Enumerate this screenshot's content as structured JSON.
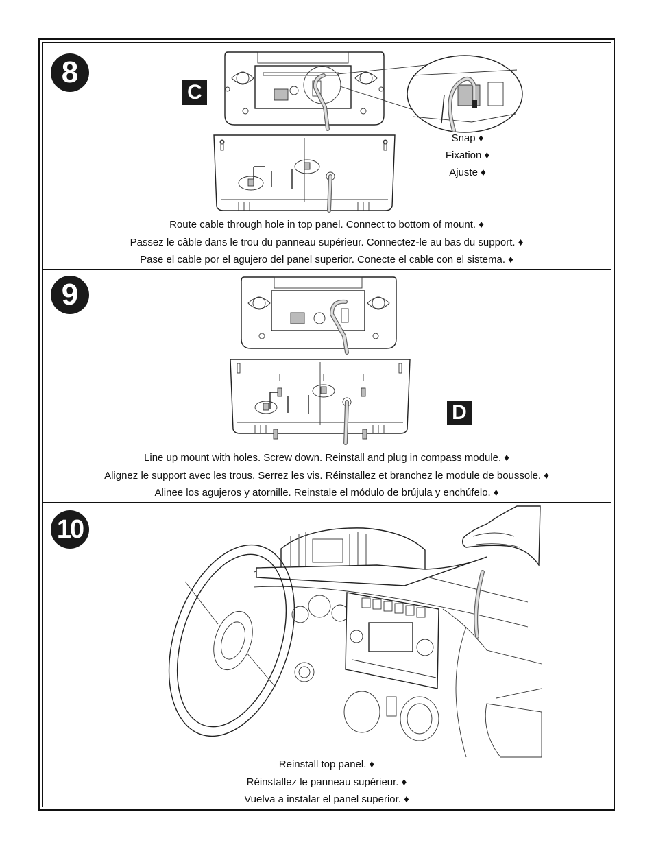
{
  "steps": [
    {
      "number": "8",
      "badge": "C",
      "callout": [
        "Snap ♦",
        "Fixation ♦",
        "Ajuste ♦"
      ],
      "caption": [
        "Route cable through hole in top panel. Connect to bottom of mount. ♦",
        "Passez le câble dans le trou du panneau supérieur. Connectez-le au bas du support. ♦",
        "Pase el cable por el agujero del panel superior. Conecte el cable con el sistema. ♦"
      ]
    },
    {
      "number": "9",
      "badge": "D",
      "caption": [
        "Line up mount with holes. Screw down. Reinstall and plug in compass module. ♦",
        "Alignez le support avec les trous. Serrez les vis. Réinstallez et branchez le module de boussole. ♦",
        "Alinee los agujeros y atornille. Reinstale el módulo de brújula y enchúfelo. ♦"
      ]
    },
    {
      "number": "10",
      "caption": [
        "Reinstall top panel. ♦",
        "Réinstallez le panneau supérieur. ♦",
        "Vuelva a instalar el panel superior. ♦"
      ]
    }
  ]
}
